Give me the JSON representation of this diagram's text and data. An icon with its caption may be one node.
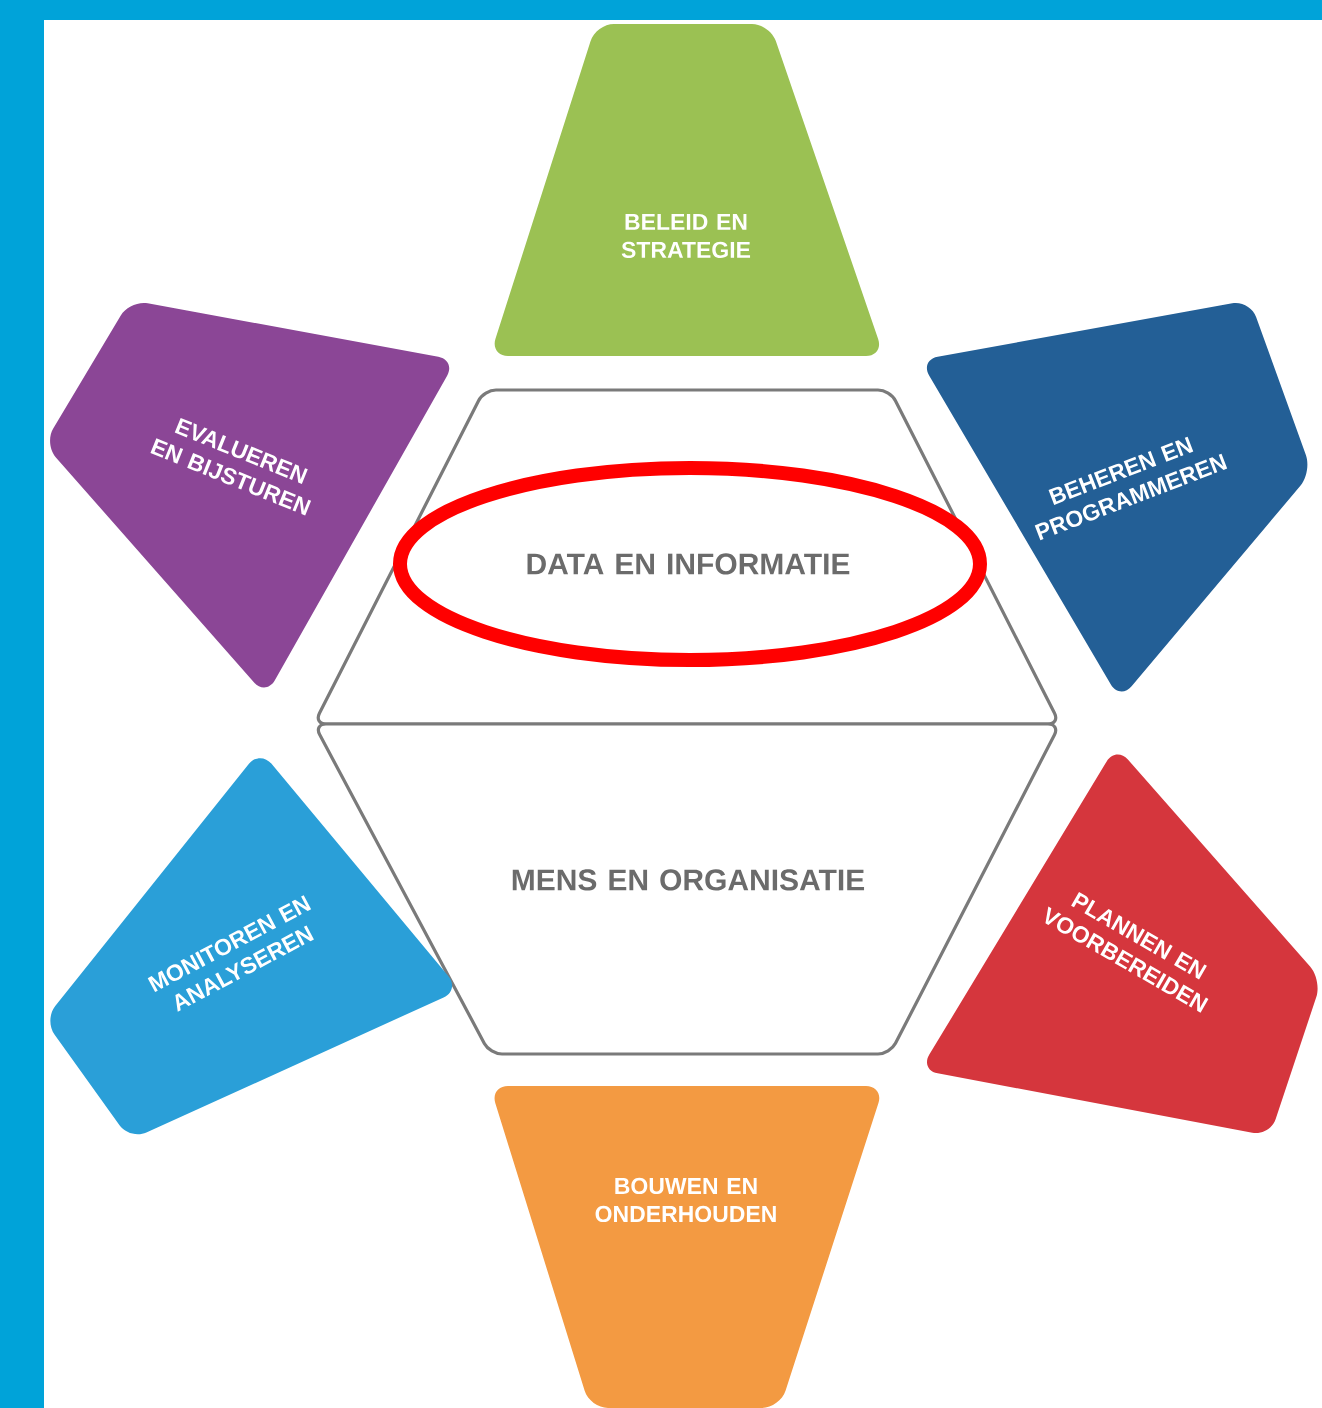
{
  "diagram": {
    "nodes": [
      {
        "text": [
          "BELEID EN STRATEGIE"
        ]
      },
      {
        "text": [
          "EVALUEREN EN BIJSTUREN"
        ]
      },
      {
        "text": [
          "BEHEREN EN PROGRAMMEREN"
        ]
      },
      {
        "text": [
          "DATA EN INFORMATIE"
        ]
      },
      {
        "text": [
          "MENS EN ORGANISATIE"
        ]
      },
      {
        "text": [
          "MONITOREN EN ANALYSEREN"
        ]
      },
      {
        "text": [
          "PLANNEN EN VOORBEREIDEN"
        ]
      },
      {
        "text": [
          "BOUWEN EN ONDERHOUDEN"
        ]
      }
    ]
  }
}
